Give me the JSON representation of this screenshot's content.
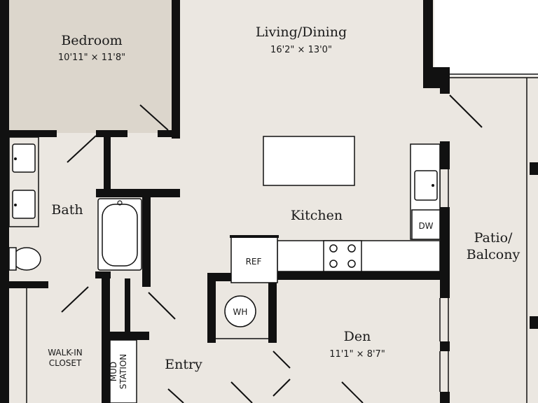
{
  "rooms": {
    "bedroom": {
      "name": "Bedroom",
      "dims": "10'11\" × 11'8\""
    },
    "living_dining": {
      "name": "Living/Dining",
      "dims": "16'2\" × 13'0\""
    },
    "bath": {
      "name": "Bath"
    },
    "kitchen": {
      "name": "Kitchen"
    },
    "patio": {
      "name_line1": "Patio/",
      "name_line2": "Balcony"
    },
    "walk_in_closet": {
      "line1": "WALK-IN",
      "line2": "CLOSET"
    },
    "mud_station": {
      "line1": "MUD",
      "line2": "STATION"
    },
    "entry": {
      "name": "Entry"
    },
    "den": {
      "name": "Den",
      "dims": "11'1\" × 8'7\""
    }
  },
  "fixtures": {
    "refrigerator": "REF",
    "dishwasher": "DW",
    "water_heater": "WH"
  },
  "colors": {
    "floor": "#ebe7e1",
    "bedroom_floor": "#dcd6cc",
    "wall": "#111111",
    "background": "#ffffff",
    "fixture_fill": "#ffffff"
  }
}
